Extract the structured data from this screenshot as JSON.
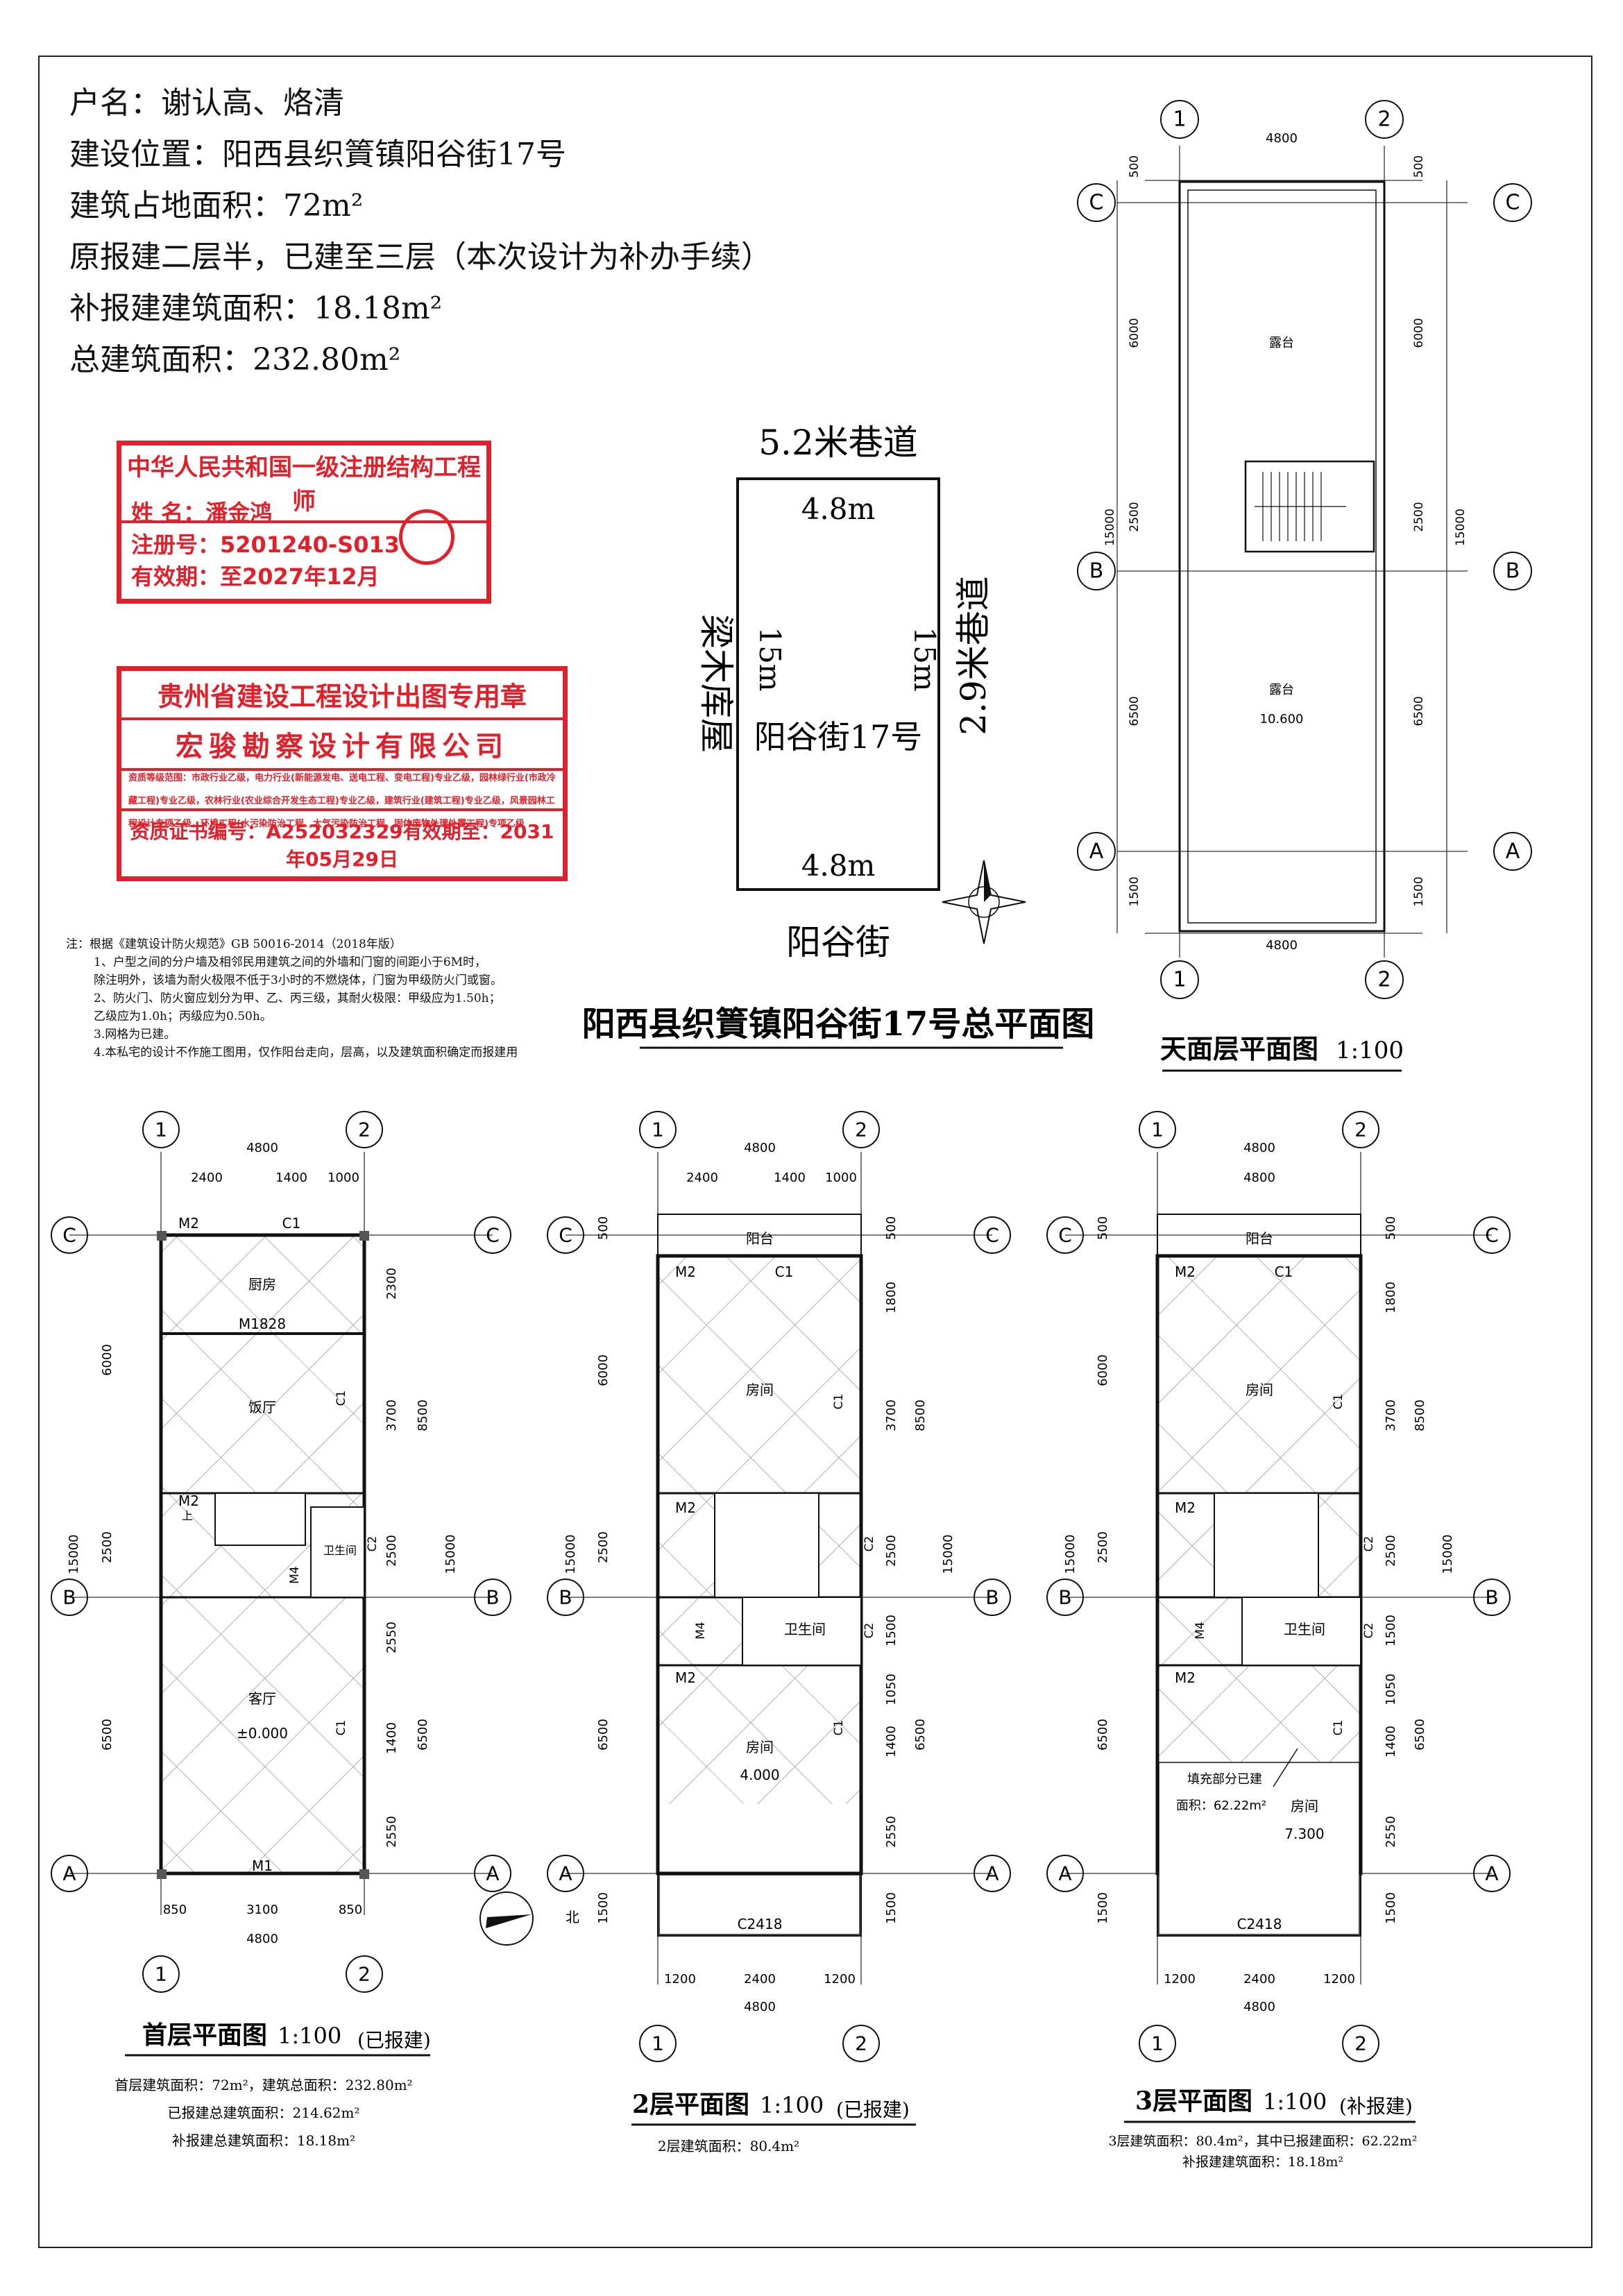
{
  "info": {
    "owner": "户名：谢认高、烙清",
    "location": "建设位置：阳西县织篢镇阳谷街17号",
    "footprint": "建筑占地面积：72m²",
    "original": "原报建二层半，已建至三层（本次设计为补办手续）",
    "supplement": "补报建建筑面积：18.18m²",
    "total": "总建筑面积：232.80m²"
  },
  "stamp_engineer": {
    "title": "中华人民共和国一级注册结构工程师",
    "name": "姓  名：潘金鸿",
    "reg": "注册号：5201240-S013",
    "valid": "有效期：至2027年12月"
  },
  "stamp_company": {
    "title": "贵州省建设工程设计出图专用章",
    "company": "宏骏勘察设计有限公司",
    "scope": "资质等级范围：市政行业乙级，电力行业(新能源发电、送电工程、变电工程)专业乙级，园林绿行业(市政冷藏工程)专业乙级，农林行业(农业综合开发生态工程)专业乙级，建筑行业(建筑工程)专业乙级，风景园林工程设计专项乙级，环境工程(水污染防治工程、大气污染防治工程、固体废物处理处置工程)专项乙级",
    "cert": "资质证书编号：A252032329有效期至：2031年05月29日"
  },
  "notes": [
    "注：根据《建筑设计防火规范》GB 50016-2014（2018年版）",
    "1、户型之间的分户墙及相邻民用建筑之间的外墙和门窗的间距小于6M时，",
    "除注明外，该墙为耐火极限不低于3小时的不燃烧体，门窗为甲级防火门或窗。",
    "2、防火门、防火窗应划分为甲、乙、丙三级，其耐火极限：甲级应为1.50h；",
    "乙级应为1.0h；丙级应为0.50h。",
    "3.网格为已建。",
    "4.本私宅的设计不作施工图用，仅作阳台走向，层高，以及建筑面积确定而报建用"
  ],
  "site": {
    "top_road": "5.2米巷道",
    "right_road": "2.9米巷道",
    "left_neighbor": "梁木库屋",
    "bottom_road": "阳谷街",
    "dim_top": "4.8m",
    "dim_bottom": "4.8m",
    "dim_left": "15m",
    "dim_right": "15m",
    "lot": "阳谷街17号",
    "title": "阳西县织篢镇阳谷街17号总平面图"
  },
  "roof": {
    "title": "天面层平面图",
    "scale": "1:100",
    "terrace": "露台",
    "terrace2": "露台",
    "level": "10.600"
  },
  "grid": {
    "c1": "1",
    "c2": "2",
    "ra": "A",
    "rb": "B",
    "rc": "C"
  },
  "dims": {
    "d4800": "4800",
    "d2400": "2400",
    "d1400": "1400",
    "d1000": "1000",
    "d500": "500",
    "d6000": "6000",
    "d15000": "15000",
    "d2500": "2500",
    "d6500": "6500",
    "d1500": "1500",
    "d2300": "2300",
    "d3700": "3700",
    "d8500": "8500",
    "d2550": "2550",
    "d850": "850",
    "d3100": "3100",
    "d1800": "1800",
    "d1050": "1050",
    "d1200": "1200",
    "d500b": "500"
  },
  "floor1": {
    "kitchen": "厨房",
    "dining": "饭厅",
    "living": "客厅",
    "wc": "卫生间",
    "level": "±0.000",
    "m1": "M1",
    "m2": "M2",
    "m4": "M4",
    "m1828": "M1828",
    "c1": "C1",
    "c2": "C2",
    "up": "上",
    "title": "首层平面图",
    "scale": "1:100",
    "status": "(已报建)",
    "line1": "首层建筑面积：72m²，建筑总面积：232.80m²",
    "line2": "已报建总建筑面积：214.62m²",
    "line3": "补报建总建筑面积：18.18m²"
  },
  "floor2": {
    "room": "房间",
    "wc": "卫生间",
    "balcony": "阳台",
    "level": "4.000",
    "c2418": "C2418",
    "m2": "M2",
    "m4": "M4",
    "c1": "C1",
    "c2": "C2",
    "title": "2层平面图",
    "scale": "1:100",
    "status": "(已报建)",
    "line1": "2层建筑面积：80.4m²"
  },
  "floor3": {
    "room": "房间",
    "wc": "卫生间",
    "balcony": "阳台",
    "level": "7.300",
    "c2418": "C2418",
    "m2": "M2",
    "m4": "M4",
    "c1": "C1",
    "c2": "C2",
    "fill_note": "填充部分已建",
    "fill_area": "面积：62.22m²",
    "title": "3层平面图",
    "scale": "1:100",
    "status": "(补报建)",
    "line1": "3层建筑面积：80.4m²，其中已报建面积：62.22m²",
    "line2": "补报建建筑面积：18.18m²"
  },
  "north": "北",
  "colors": {
    "ink": "#111111",
    "stamp": "#e0202a",
    "hatch": "#9a9a9a"
  }
}
